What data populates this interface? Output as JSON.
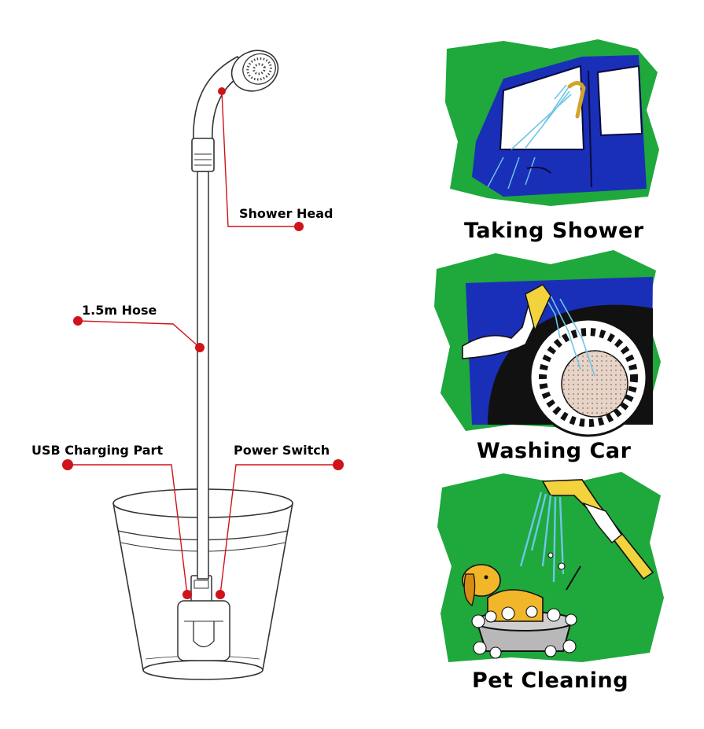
{
  "callouts": {
    "shower_head": "Shower Head",
    "hose": "1.5m Hose",
    "usb_charging": "USB Charging Part",
    "power_switch": "Power Switch"
  },
  "panels": [
    {
      "caption": "Taking Shower",
      "icon": "car-window-shower-illustration"
    },
    {
      "caption": "Washing Car",
      "icon": "car-wheel-washing-illustration"
    },
    {
      "caption": "Pet Cleaning",
      "icon": "dog-bath-illustration"
    }
  ],
  "colors": {
    "marker": "#d0121b",
    "panel_green": "#1fa83c",
    "car_blue": "#1a2fb8",
    "water": "#6fc6e8"
  }
}
